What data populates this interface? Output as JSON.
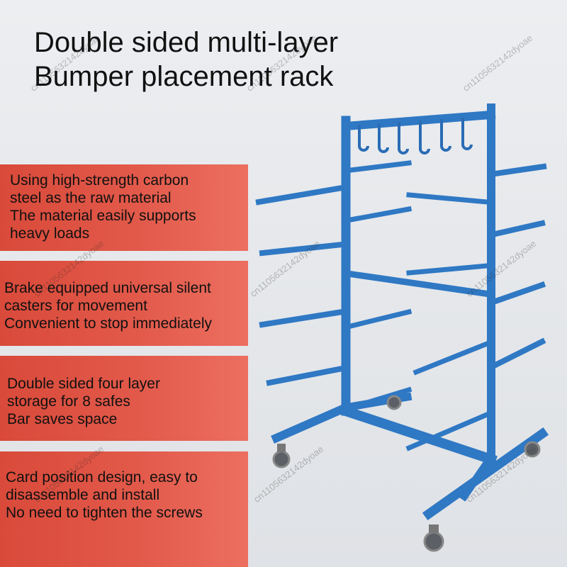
{
  "title": {
    "line1": "Double sided multi-layer",
    "line2": "Bumper placement rack"
  },
  "features": [
    {
      "lines": [
        " Using high-strength carbon",
        "  steel as the raw material",
        " The material easily supports",
        " heavy loads"
      ]
    },
    {
      "lines": [
        "Brake equipped universal silent",
        " casters for movement",
        "Convenient to stop immediately"
      ]
    },
    {
      "lines": [
        " Double sided four layer",
        "  storage for 8 safes",
        " Bar saves space"
      ]
    },
    {
      "lines": [
        "Card position design, easy to",
        " disassemble and install",
        "No need to tighten the screws"
      ]
    }
  ],
  "watermark": "cn1105632142dyoae",
  "colors": {
    "panel_red": "#e2594a",
    "rack_blue": "#3a86d0",
    "title_text": "#111111"
  }
}
